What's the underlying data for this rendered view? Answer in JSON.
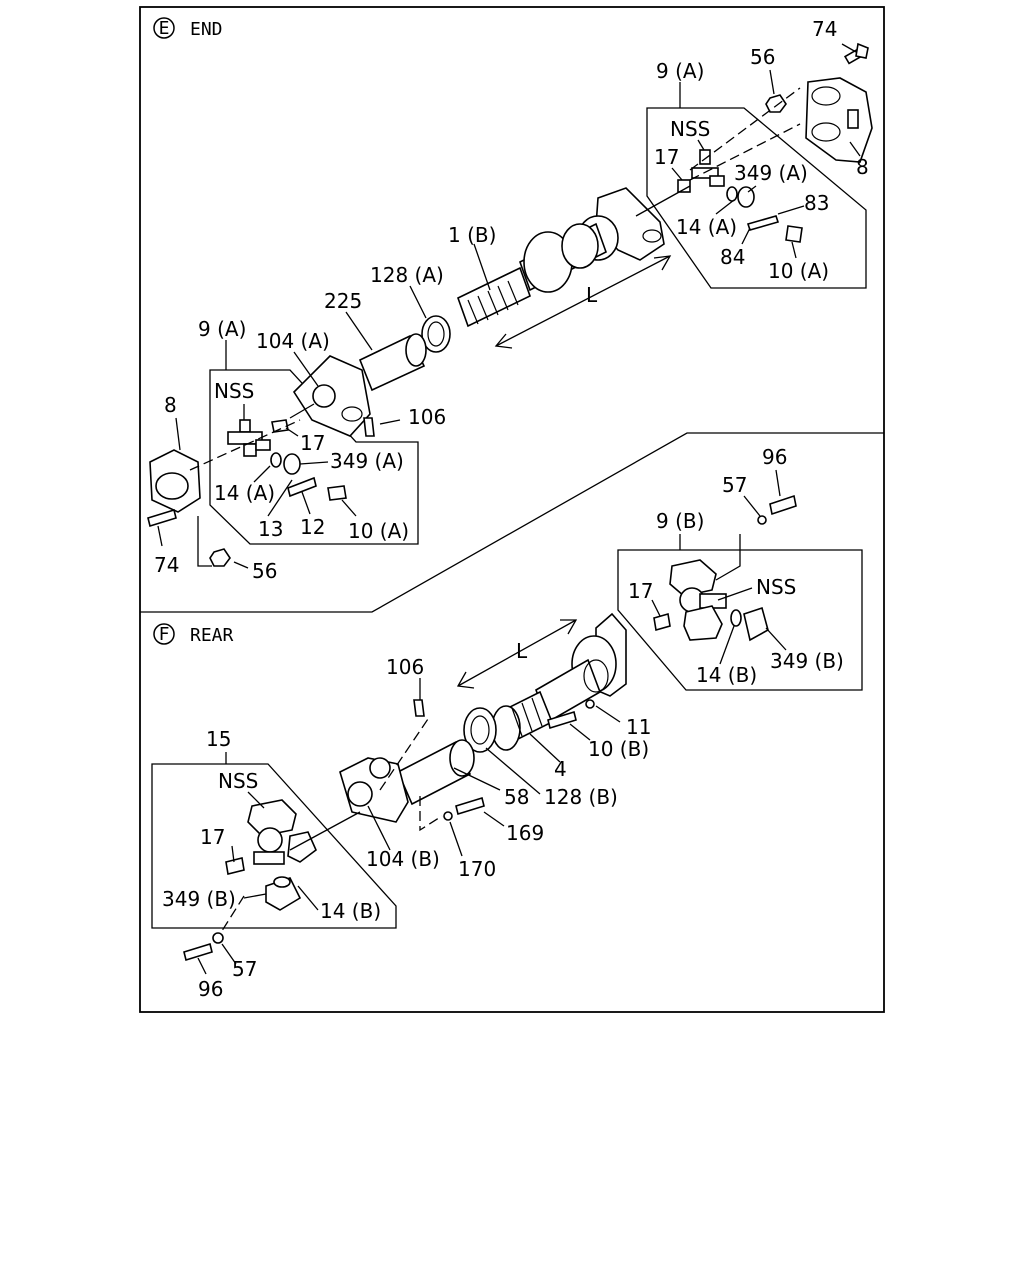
{
  "sections": {
    "end": {
      "marker": "E",
      "title": "END"
    },
    "rear": {
      "marker": "F",
      "title": "REAR"
    }
  },
  "labels": {
    "end": {
      "l74_top": "74",
      "l56_top": "56",
      "l9a_top": "9 (A)",
      "lnss_top": "NSS",
      "l17_top": "17",
      "l349a_top": "349 (A)",
      "l8_top": "8",
      "l14a_top": "14 (A)",
      "l83": "83",
      "l84": "84",
      "l10a_top": "10 (A)",
      "l1b": "1 (B)",
      "l128a": "128 (A)",
      "lL_top": "L",
      "l225": "225",
      "l9a_left": "9 (A)",
      "l104a": "104 (A)",
      "lnss_left": "NSS",
      "l8_left": "8",
      "l17_left": "17",
      "l106_top": "106",
      "l349a_left": "349 (A)",
      "l14a_left": "14 (A)",
      "l13": "13",
      "l12": "12",
      "l10a_left": "10 (A)",
      "l74_left": "74",
      "l56_left": "56"
    },
    "rear": {
      "l96_top": "96",
      "l57_top": "57",
      "l9b": "9 (B)",
      "l17_right": "17",
      "lnss_right": "NSS",
      "l349b_right": "349 (B)",
      "l14b_right": "14 (B)",
      "lL_rear": "L",
      "l106_rear": "106",
      "l11": "11",
      "l10b": "10 (B)",
      "l4": "4",
      "l15": "15",
      "lnss_left": "NSS",
      "l58": "58",
      "l128b": "128 (B)",
      "l169": "169",
      "l17_left": "17",
      "l104b": "104 (B)",
      "l170": "170",
      "l349b_left": "349 (B)",
      "l14b_left": "14 (B)",
      "l96_bottom": "96",
      "l57_bottom": "57"
    }
  }
}
